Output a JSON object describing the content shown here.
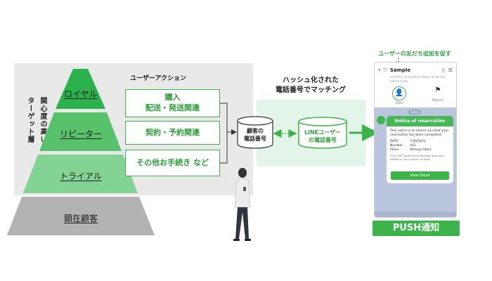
{
  "left_vertical_label": [
    "関心度の高い",
    "ターゲット層"
  ],
  "pyramid": [
    {
      "label": "ロイヤル",
      "color": "#2bb24c"
    },
    {
      "label": "リピーター",
      "color": "#58c26a"
    },
    {
      "label": "トライアル",
      "color": "#83d494"
    },
    {
      "label": "顕在顧客",
      "color": "#b3b3b3"
    }
  ],
  "user_action": {
    "title": "ユーザーアクション",
    "items": [
      {
        "line1": "購入",
        "line2": "配送・発送関連"
      },
      {
        "line1": "契約・予約関連"
      },
      {
        "line1": "その他お手続き など"
      }
    ]
  },
  "customer_db": {
    "line1": "顧客の",
    "line2": "電話番号"
  },
  "hash_title": {
    "line1": "ハッシュ化された",
    "line2": "電話番号でマッチング"
  },
  "line_db": {
    "line1": "LINEユーザー",
    "line2": "の電話番号"
  },
  "cta": "ユーザーの友だち追加を促す",
  "phone": {
    "account_name": "Sample",
    "desc": "Use this account to keep up on the latest news",
    "tab_add": "Add",
    "tab_report": "Report",
    "badge": "Today",
    "message": {
      "title": "Notice of reservation",
      "intro": "This notice is to inform you that your reservation has been completed.",
      "rows": [
        {
          "k": "DATE",
          "v": "7/30/2021"
        },
        {
          "k": "Number",
          "v": "a02"
        },
        {
          "k": "Place",
          "v": "Yotsuya Store"
        }
      ],
      "footer": "This LINE notification message was sent based on your phone number.",
      "button": "View Detail"
    }
  },
  "push_label": "PUSH通知"
}
